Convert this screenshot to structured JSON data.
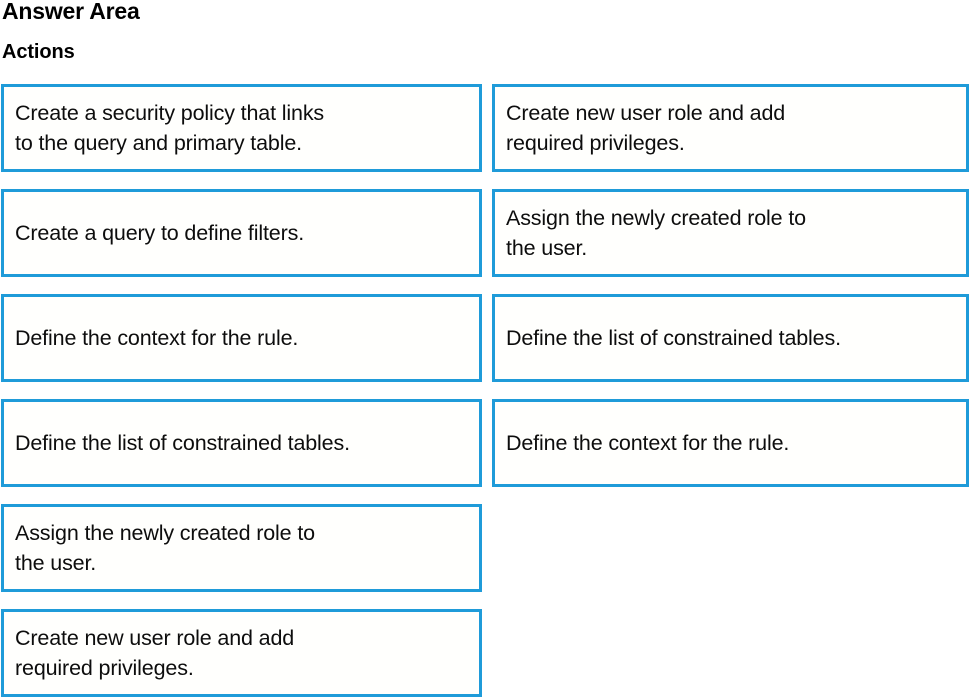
{
  "page": {
    "title": "Answer Area",
    "section_label": "Actions",
    "background_color": "#ffffff",
    "accent_color": "#1f9bd9",
    "text_color": "#0d0d0d"
  },
  "columns": {
    "left": {
      "name": "actions-source-list",
      "cards": [
        {
          "text": "Create a security policy that links\nto the query  and primary table."
        },
        {
          "text": "Create a query to define filters."
        },
        {
          "text": "Define the context for the rule."
        },
        {
          "text": "Define the list of constrained tables."
        },
        {
          "text": "Assign the newly created role to\nthe user."
        },
        {
          "text": "Create new user role and add\nrequired  privileges."
        }
      ]
    },
    "right": {
      "name": "actions-answer-list",
      "cards": [
        {
          "text": "Create new user role and add\nrequired  privileges."
        },
        {
          "text": "Assign the newly created role to\nthe user."
        },
        {
          "text": "Define the list of constrained tables."
        },
        {
          "text": "Define the context for the rule."
        }
      ]
    }
  }
}
